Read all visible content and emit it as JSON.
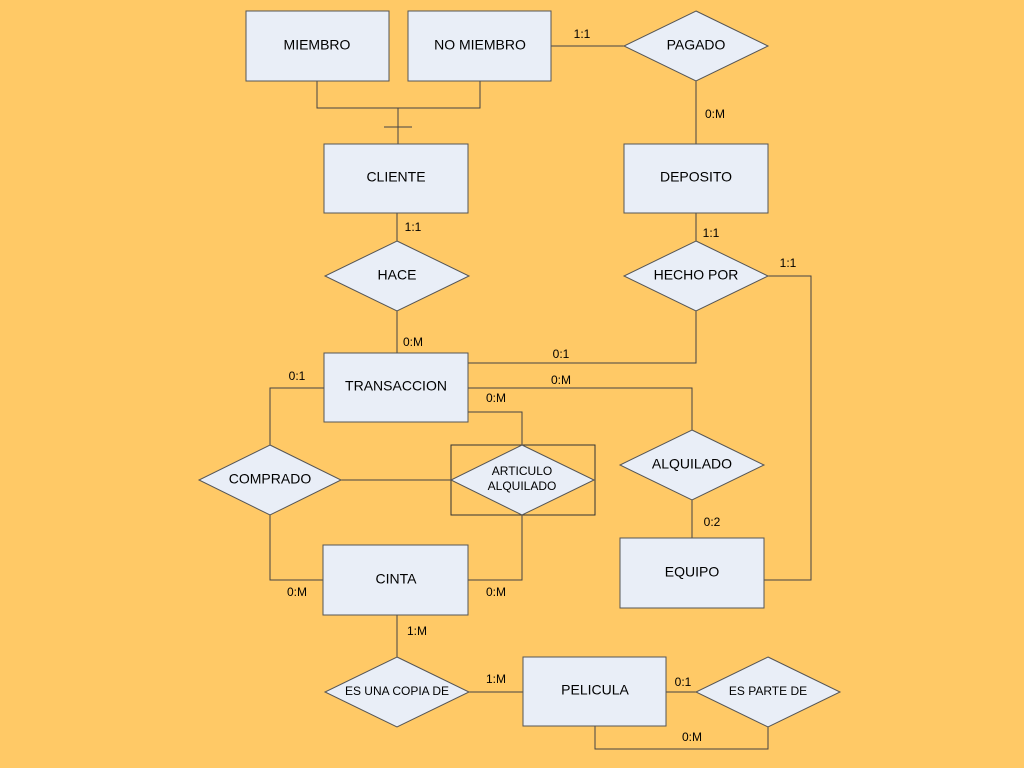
{
  "colors": {
    "background": "#ffc966",
    "shape_fill": "#e9eef7",
    "stroke": "#555555"
  },
  "entities": {
    "miembro": "MIEMBRO",
    "no_miembro": "NO MIEMBRO",
    "cliente": "CLIENTE",
    "deposito": "DEPOSITO",
    "transaccion": "TRANSACCION",
    "cinta": "CINTA",
    "equipo": "EQUIPO",
    "pelicula": "PELICULA"
  },
  "relationships": {
    "pagado": "PAGADO",
    "hace": "HACE",
    "hecho_por": "HECHO POR",
    "comprado": "COMPRADO",
    "articulo_alquilado_line1": "ARTICULO",
    "articulo_alquilado_line2": "ALQUILADO",
    "alquilado": "ALQUILADO",
    "es_una_copia_de": "ES UNA COPIA DE",
    "es_parte_de": "ES PARTE DE"
  },
  "cardinalities": {
    "no_miembro_pagado": "1:1",
    "pagado_deposito": "0:M",
    "cliente_hace": "1:1",
    "deposito_hecho_por": "1:1",
    "hecho_por_equipo": "1:1",
    "hace_transaccion": "0:M",
    "transaccion_hecho_por": "0:1",
    "transaccion_comprado": "0:1",
    "transaccion_alquilado": "0:M",
    "transaccion_articulo": "0:M",
    "alquilado_equipo": "0:2",
    "comprado_cinta": "0:M",
    "articulo_cinta": "0:M",
    "cinta_copia": "1:M",
    "copia_pelicula": "1:M",
    "pelicula_parte_de": "0:1",
    "parte_de_pelicula": "0:M"
  }
}
